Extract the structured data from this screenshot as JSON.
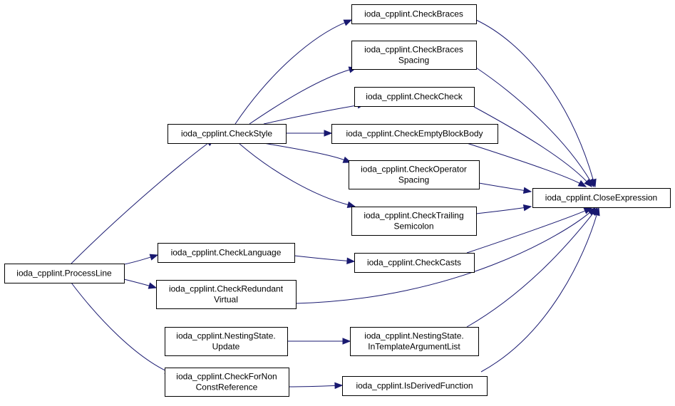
{
  "graph": {
    "edge_color": "#191970",
    "nodes": [
      {
        "id": "closeexpr",
        "lines": [
          "ioda_cpplint.CloseExpression"
        ],
        "fill": "#bfbfbf",
        "border": "#000000"
      },
      {
        "id": "checkbraces",
        "lines": [
          "ioda_cpplint.CheckBraces"
        ]
      },
      {
        "id": "checkbracesspacing",
        "lines": [
          "ioda_cpplint.CheckBraces",
          "Spacing"
        ]
      },
      {
        "id": "checkcheck",
        "lines": [
          "ioda_cpplint.CheckCheck"
        ]
      },
      {
        "id": "checkemptyblockbody",
        "lines": [
          "ioda_cpplint.CheckEmptyBlockBody"
        ]
      },
      {
        "id": "checkoperatorspacing",
        "lines": [
          "ioda_cpplint.CheckOperator",
          "Spacing"
        ]
      },
      {
        "id": "checktrailingsemicolon",
        "lines": [
          "ioda_cpplint.CheckTrailing",
          "Semicolon"
        ]
      },
      {
        "id": "checkcasts",
        "lines": [
          "ioda_cpplint.CheckCasts"
        ]
      },
      {
        "id": "nestingintemplate",
        "lines": [
          "ioda_cpplint.NestingState.",
          "InTemplateArgumentList"
        ]
      },
      {
        "id": "isderivedfunction",
        "lines": [
          "ioda_cpplint.IsDerivedFunction"
        ]
      },
      {
        "id": "checkstyle",
        "lines": [
          "ioda_cpplint.CheckStyle"
        ]
      },
      {
        "id": "checklanguage",
        "lines": [
          "ioda_cpplint.CheckLanguage"
        ]
      },
      {
        "id": "checkredundantvirtual",
        "lines": [
          "ioda_cpplint.CheckRedundant",
          "Virtual"
        ]
      },
      {
        "id": "nestingupdate",
        "lines": [
          "ioda_cpplint.NestingState.",
          "Update"
        ]
      },
      {
        "id": "checkfornonconstref",
        "lines": [
          "ioda_cpplint.CheckForNon",
          "ConstReference"
        ]
      },
      {
        "id": "processline",
        "lines": [
          "ioda_cpplint.ProcessLine"
        ],
        "fill": "#ffffff",
        "border": "#ff0000"
      }
    ],
    "edges": [
      {
        "from": "checkbraces",
        "to": "closeexpr"
      },
      {
        "from": "checkbracesspacing",
        "to": "closeexpr"
      },
      {
        "from": "checkcheck",
        "to": "closeexpr"
      },
      {
        "from": "checkemptyblockbody",
        "to": "closeexpr"
      },
      {
        "from": "checkoperatorspacing",
        "to": "closeexpr"
      },
      {
        "from": "checktrailingsemicolon",
        "to": "closeexpr"
      },
      {
        "from": "checkcasts",
        "to": "closeexpr"
      },
      {
        "from": "checkredundantvirtual",
        "to": "closeexpr"
      },
      {
        "from": "nestingintemplate",
        "to": "closeexpr"
      },
      {
        "from": "isderivedfunction",
        "to": "closeexpr"
      },
      {
        "from": "checkstyle",
        "to": "checkbraces"
      },
      {
        "from": "checkstyle",
        "to": "checkbracesspacing"
      },
      {
        "from": "checkstyle",
        "to": "checkcheck"
      },
      {
        "from": "checkstyle",
        "to": "checkemptyblockbody"
      },
      {
        "from": "checkstyle",
        "to": "checkoperatorspacing"
      },
      {
        "from": "checkstyle",
        "to": "checktrailingsemicolon"
      },
      {
        "from": "checklanguage",
        "to": "checkcasts"
      },
      {
        "from": "nestingupdate",
        "to": "nestingintemplate"
      },
      {
        "from": "checkfornonconstref",
        "to": "isderivedfunction"
      },
      {
        "from": "processline",
        "to": "checkstyle"
      },
      {
        "from": "processline",
        "to": "checklanguage"
      },
      {
        "from": "processline",
        "to": "checkredundantvirtual"
      },
      {
        "from": "processline",
        "to": "checkfornonconstref"
      }
    ]
  }
}
